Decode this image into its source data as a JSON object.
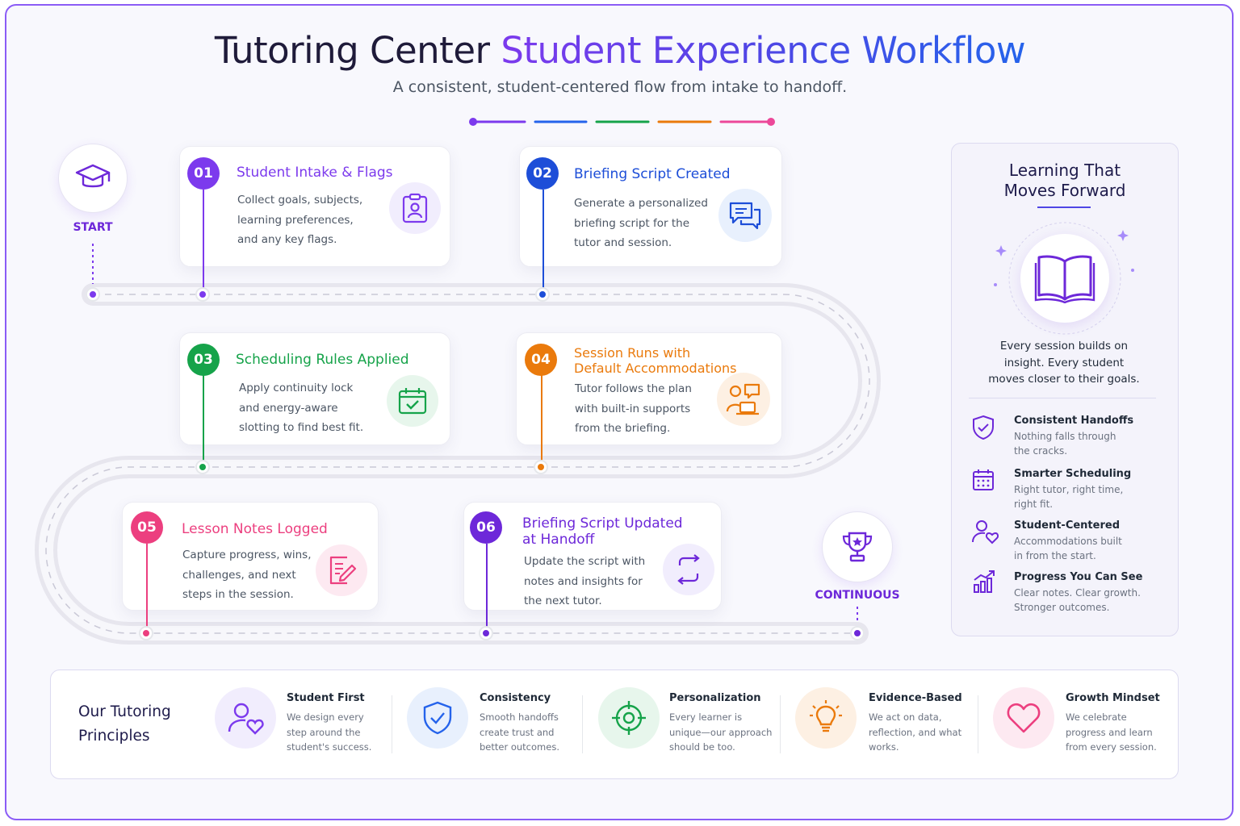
{
  "header": {
    "title_part1": "Tutoring Center",
    "title_part2": "Student Experience Workflow",
    "subtitle": "A consistent, student-centered flow from intake to handoff."
  },
  "start_label": "START",
  "continuous_label": "CONTINUOUS",
  "steps": [
    {
      "num": "01",
      "title": "Student Intake & Flags",
      "desc": [
        "Collect goals, subjects,",
        "learning preferences,",
        "and any key flags."
      ],
      "color": "#7c3aed",
      "icon": "clipboard-user-icon"
    },
    {
      "num": "02",
      "title": "Briefing Script Created",
      "desc": [
        "Generate a personalized",
        "briefing script for the",
        "tutor and session."
      ],
      "color": "#1d4ed8",
      "icon": "chat-bubbles-icon"
    },
    {
      "num": "03",
      "title": "Scheduling Rules Applied",
      "desc": [
        "Apply continuity lock",
        "and energy-aware",
        "slotting to find best fit."
      ],
      "color": "#16a34a",
      "icon": "calendar-check-icon"
    },
    {
      "num": "04",
      "title_lines": [
        "Session Runs with",
        "Default Accommodations"
      ],
      "desc": [
        "Tutor follows the plan",
        "with built-in supports",
        "from the briefing."
      ],
      "color": "#ea7a0c",
      "icon": "tutor-laptop-icon"
    },
    {
      "num": "05",
      "title": "Lesson Notes Logged",
      "desc": [
        "Capture progress, wins,",
        "challenges, and next",
        "steps in the session."
      ],
      "color": "#ec3f7f",
      "icon": "notes-pencil-icon"
    },
    {
      "num": "06",
      "title_lines": [
        "Briefing Script Updated",
        "at Handoff"
      ],
      "desc": [
        "Update the script with",
        "notes and insights for",
        "the next tutor."
      ],
      "color": "#6d28d9",
      "icon": "refresh-arrows-icon"
    }
  ],
  "sidebar": {
    "heading": [
      "Learning That",
      "Moves Forward"
    ],
    "quote": [
      "Every session builds on",
      "insight. Every student",
      "moves closer to their goals."
    ],
    "features": [
      {
        "title": "Consistent Handoffs",
        "desc": [
          "Nothing falls through",
          "the cracks."
        ],
        "icon": "shield-check-icon"
      },
      {
        "title": "Smarter Scheduling",
        "desc": [
          "Right tutor, right time,",
          "right fit."
        ],
        "icon": "calendar-icon"
      },
      {
        "title": "Student-Centered",
        "desc": [
          "Accommodations built",
          "in from the start."
        ],
        "icon": "user-heart-icon"
      },
      {
        "title": "Progress You Can See",
        "desc": [
          "Clear notes. Clear growth.",
          "Stronger outcomes."
        ],
        "icon": "chart-growth-icon"
      }
    ]
  },
  "principles": {
    "heading": [
      "Our Tutoring",
      "Principles"
    ],
    "items": [
      {
        "title": "Student First",
        "desc": [
          "We design every",
          "step around the",
          "student's success."
        ],
        "icon": "user-heart-icon",
        "color": "#7c3aed"
      },
      {
        "title": "Consistency",
        "desc": [
          "Smooth handoffs",
          "create trust and",
          "better outcomes."
        ],
        "icon": "shield-check-icon",
        "color": "#2563eb"
      },
      {
        "title": "Personalization",
        "desc": [
          "Every learner is",
          "unique—our approach",
          "should be too."
        ],
        "icon": "target-icon",
        "color": "#16a34a"
      },
      {
        "title": "Evidence-Based",
        "desc": [
          "We act on data,",
          "reflection, and what",
          "works."
        ],
        "icon": "lightbulb-icon",
        "color": "#ea7a0c"
      },
      {
        "title": "Growth Mindset",
        "desc": [
          "We celebrate",
          "progress and learn",
          "from every session."
        ],
        "icon": "heart-icon",
        "color": "#ec3f7f"
      }
    ]
  },
  "palette": [
    "#7c3aed",
    "#2563eb",
    "#16a34a",
    "#ea7a0c",
    "#ec4899"
  ]
}
